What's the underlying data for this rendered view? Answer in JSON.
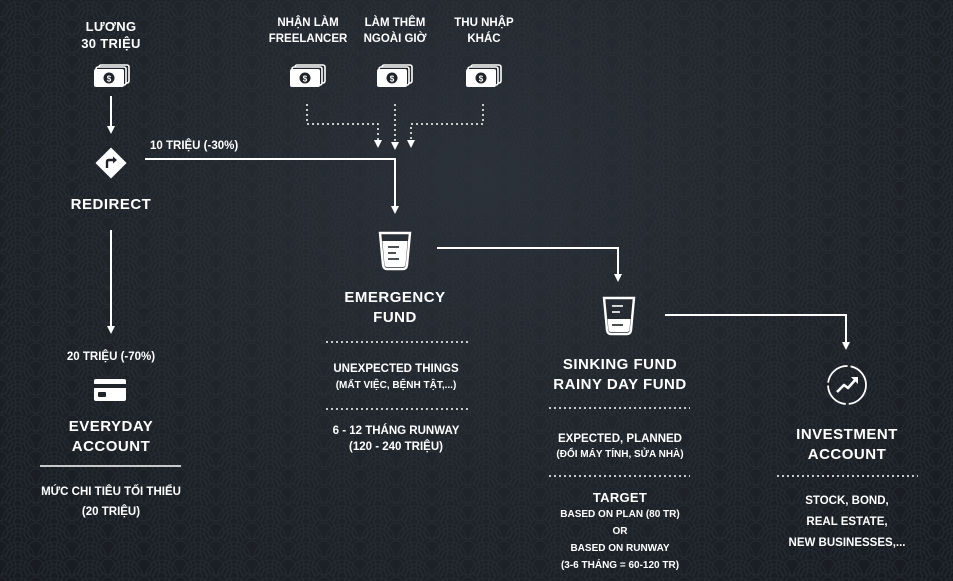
{
  "sources": {
    "salary": {
      "line1": "LƯƠNG",
      "line2": "30 TRIỆU"
    },
    "freelancer": {
      "line1": "NHẬN LÀM",
      "line2": "FREELANCER"
    },
    "overtime": {
      "line1": "LÀM THÊM",
      "line2": "NGOÀI GIỜ"
    },
    "other": {
      "line1": "THU NHẬP",
      "line2": "KHÁC"
    }
  },
  "redirect": {
    "label": "REDIRECT"
  },
  "flows": {
    "to_emergency": "10 TRIỆU (-30%)",
    "to_everyday": "20 TRIỆU (-70%)"
  },
  "everyday": {
    "title_line1": "EVERYDAY",
    "title_line2": "ACCOUNT",
    "desc_line1": "MỨC CHI TIÊU TỐI THIỂU",
    "desc_line2": "(20 TRIỆU)"
  },
  "emergency": {
    "title_line1": "EMERGENCY",
    "title_line2": "FUND",
    "desc_line1": "UNEXPECTED THINGS",
    "desc_line2": "(MẤT VIỆC, BỆNH TẬT,...)",
    "runway_line1": "6 - 12 THÁNG RUNWAY",
    "runway_line2": "(120 - 240 TRIỆU)"
  },
  "sinking": {
    "title_line1": "SINKING FUND",
    "title_line2": "RAINY DAY FUND",
    "desc_line1": "EXPECTED, PLANNED",
    "desc_line2": "(ĐỔI MÁY TÍNH, SỬA NHÀ)",
    "target_title": "TARGET",
    "target_line1": "BASED ON PLAN (80 TR)",
    "target_line2": "OR",
    "target_line3": "BASED ON RUNWAY",
    "target_line4": "(3-6 THÁNG = 60-120 TR)"
  },
  "investment": {
    "title_line1": "INVESTMENT",
    "title_line2": "ACCOUNT",
    "desc_line1": "STOCK, BOND,",
    "desc_line2": "REAL ESTATE,",
    "desc_line3": "NEW BUSINESSES,..."
  },
  "colors": {
    "background": "#1f242a",
    "foreground": "#ffffff",
    "pattern": "#2e343c"
  },
  "icons": {
    "money": "money-stack-icon",
    "redirect": "redirect-sign-icon",
    "card": "credit-card-icon",
    "jar_high": "measuring-cup-high-icon",
    "jar_low": "measuring-cup-low-icon",
    "growth": "growth-chart-icon"
  }
}
